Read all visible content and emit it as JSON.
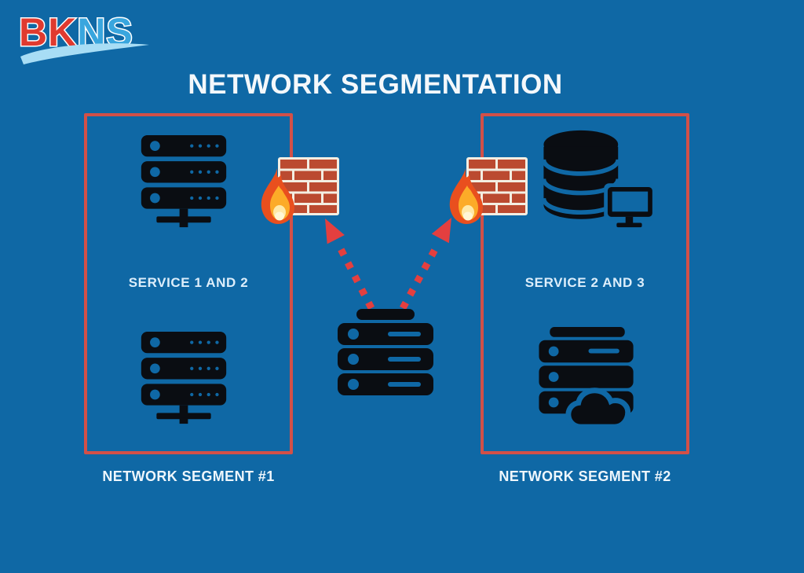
{
  "logo": {
    "part_red": "BK",
    "part_blue": "NS"
  },
  "title": "NETWORK SEGMENTATION",
  "segment_1": {
    "service_label": "SERVICE 1 AND 2",
    "name_label": "NETWORK SEGMENT #1"
  },
  "segment_2": {
    "service_label": "SERVICE 2 AND 3",
    "name_label": "NETWORK SEGMENT #2"
  },
  "icons": {
    "segment_1_top": "server-rack-icon",
    "segment_1_bottom": "server-rack-icon",
    "segment_2_top": "database-monitor-icon",
    "segment_2_bottom": "server-cloud-icon",
    "center": "central-server-icon",
    "firewall_left": "firewall-flame-icon",
    "firewall_right": "firewall-flame-icon",
    "arrows": "dashed-arrows-icon"
  },
  "colors": {
    "background": "#0f68a5",
    "segment_border": "#d25048",
    "arrow_red": "#e43f3f",
    "icon_black": "#0a0d12",
    "brick_red": "#bb4a30",
    "mortar": "#f3eee2",
    "flame_outer": "#e94f1e",
    "flame_mid": "#fcab28",
    "flame_inner": "#ffe9a8",
    "title_text": "#f4f8fb",
    "label_text": "#ddeefb",
    "logo_red": "#e03a2f",
    "logo_blue": "#39a6de"
  }
}
